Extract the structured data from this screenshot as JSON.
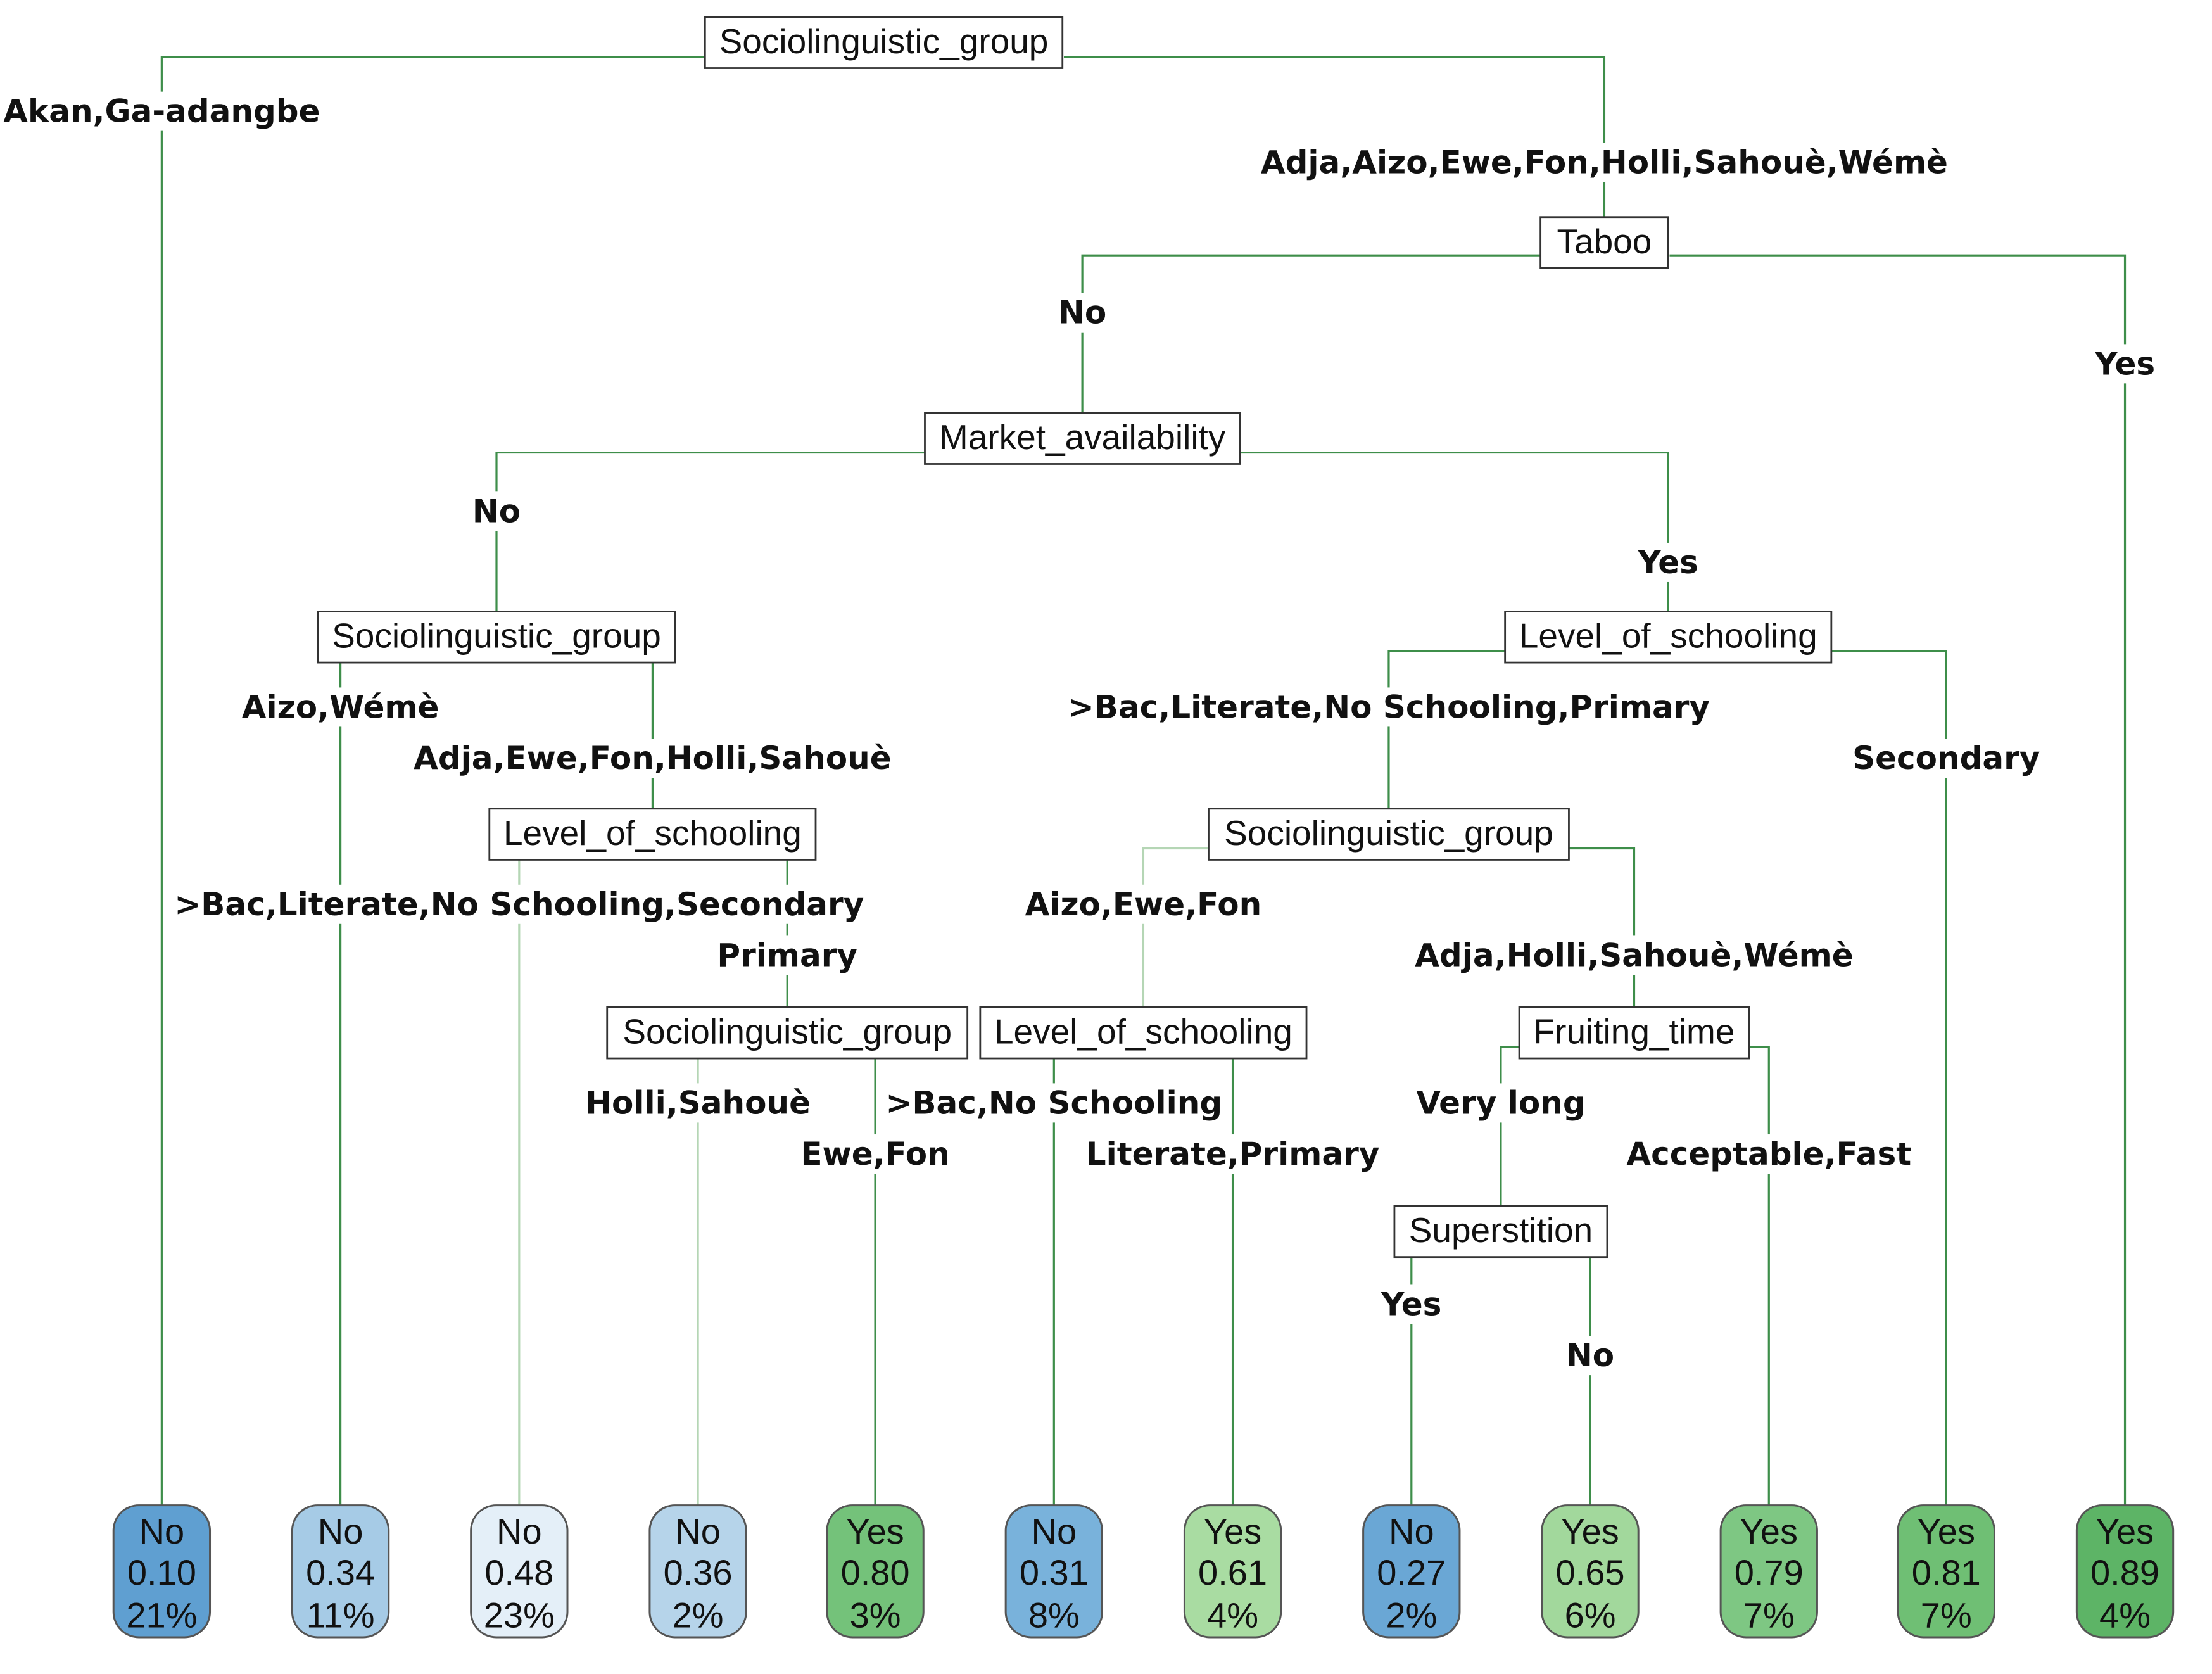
{
  "root": {
    "label": "Sociolinguistic_group",
    "left_edge": "Akan,Ga-adangbe",
    "right_edge": "Adja,Aizo,Ewe,Fon,Holli,Sahouè,Wémè"
  },
  "taboo": {
    "label": "Taboo",
    "left_edge": "No",
    "right_edge": "Yes"
  },
  "market": {
    "label": "Market_availability",
    "left_edge": "No",
    "right_edge": "Yes"
  },
  "socio_left": {
    "label": "Sociolinguistic_group",
    "left_edge": "Aizo,Wémè",
    "right_edge": "Adja,Ewe,Fon,Holli,Sahouè"
  },
  "school_left": {
    "label": "Level_of_schooling",
    "left_edge": ">Bac,Literate,No Schooling,Secondary",
    "right_edge": "Primary"
  },
  "socio_small": {
    "label": "Sociolinguistic_group",
    "left_edge": "Holli,Sahouè",
    "right_edge": "Ewe,Fon"
  },
  "school_right": {
    "label": "Level_of_schooling",
    "left_edge": ">Bac,Literate,No Schooling,Primary",
    "right_edge": "Secondary"
  },
  "socio_right": {
    "label": "Sociolinguistic_group",
    "left_edge": "Aizo,Ewe,Fon",
    "right_edge": "Adja,Holli,Sahouè,Wémè"
  },
  "school_mid": {
    "label": "Level_of_schooling",
    "left_edge": ">Bac,No Schooling",
    "right_edge": "Literate,Primary"
  },
  "fruiting": {
    "label": "Fruiting_time",
    "left_edge": "Very long",
    "right_edge": "Acceptable,Fast"
  },
  "superstition": {
    "label": "Superstition",
    "left_edge": "Yes",
    "right_edge": "No"
  },
  "leaves": [
    {
      "class": "No",
      "prob": "0.10",
      "pct": "21%",
      "color": "#5f9fd1"
    },
    {
      "class": "No",
      "prob": "0.34",
      "pct": "11%",
      "color": "#a6cbe6"
    },
    {
      "class": "No",
      "prob": "0.48",
      "pct": "23%",
      "color": "#e4eff8"
    },
    {
      "class": "No",
      "prob": "0.36",
      "pct": "2%",
      "color": "#b6d4ea"
    },
    {
      "class": "Yes",
      "prob": "0.80",
      "pct": "3%",
      "color": "#74c27a"
    },
    {
      "class": "No",
      "prob": "0.31",
      "pct": "8%",
      "color": "#79b2db"
    },
    {
      "class": "Yes",
      "prob": "0.61",
      "pct": "4%",
      "color": "#a9dca2"
    },
    {
      "class": "No",
      "prob": "0.27",
      "pct": "2%",
      "color": "#6aa7d5"
    },
    {
      "class": "Yes",
      "prob": "0.65",
      "pct": "6%",
      "color": "#a2d89c"
    },
    {
      "class": "Yes",
      "prob": "0.79",
      "pct": "7%",
      "color": "#7ec783"
    },
    {
      "class": "Yes",
      "prob": "0.81",
      "pct": "7%",
      "color": "#6fbf74"
    },
    {
      "class": "Yes",
      "prob": "0.89",
      "pct": "4%",
      "color": "#5db466"
    }
  ],
  "edge_colors": {
    "dark": "#3e8e4a",
    "light": "#b5d6b5"
  }
}
